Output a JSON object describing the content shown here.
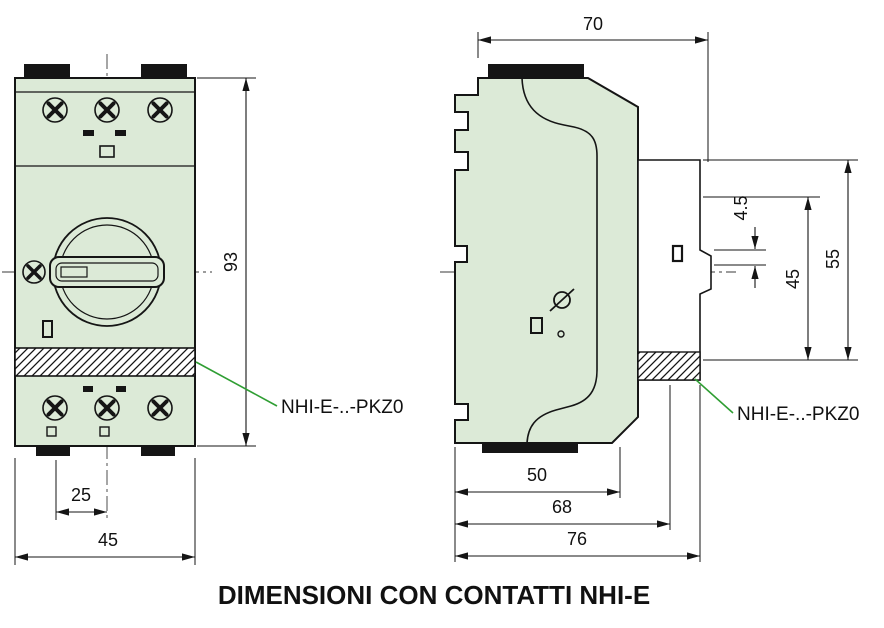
{
  "title": "DIMENSIONI CON CONTATTI NHI-E",
  "colors": {
    "background": "#ffffff",
    "body_fill": "#dcead7",
    "line": "#151515",
    "leader": "#2f9e33",
    "text": "#111111"
  },
  "front_view": {
    "label": "NHI-E-..-PKZ0",
    "dims": {
      "height": "93",
      "mount_offset": "25",
      "width": "45"
    }
  },
  "side_view": {
    "label": "NHI-E-..-PKZ0",
    "dims": {
      "depth": "70",
      "latch_depth": "4.5",
      "contact_height": "45",
      "flange_height": "55",
      "base_depth": "50",
      "mid_depth": "68",
      "total_depth": "76"
    }
  }
}
